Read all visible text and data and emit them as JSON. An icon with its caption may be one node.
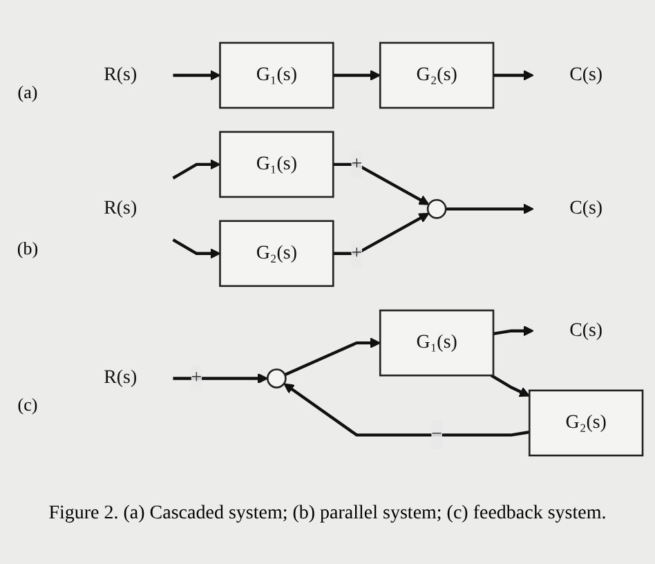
{
  "diagram": {
    "caption": "Figure 2. (a) Cascaded system; (b) parallel system; (c) feedback system.",
    "nodes": [
      {
        "text": [
          "R(s)"
        ]
      },
      {
        "text": [
          "G₁(s)"
        ]
      },
      {
        "text": [
          "G₂(s)"
        ]
      },
      {
        "text": [
          "C(s)"
        ]
      },
      {
        "text": [
          "R(s)"
        ]
      },
      {
        "text": [
          "G₁(s)"
        ]
      },
      {
        "text": [
          "G₂(s)"
        ]
      },
      {
        "text": [],
        "shape": "circle"
      },
      {
        "text": [
          "C(s)"
        ]
      },
      {
        "text": [
          "R(s)"
        ]
      },
      {
        "text": [],
        "shape": "circle"
      },
      {
        "text": [
          "G₁(s)"
        ]
      },
      {
        "text": [
          "C(s)"
        ]
      },
      {
        "text": [
          "G₂(s)"
        ]
      }
    ],
    "edges": [
      {
        "from": 0,
        "to": 1,
        "arrow": "to"
      },
      {
        "from": 1,
        "to": 2,
        "arrow": "to"
      },
      {
        "from": 2,
        "to": 3,
        "arrow": "to"
      },
      {
        "from": 4,
        "to": 5,
        "arrow": "to"
      },
      {
        "from": 4,
        "to": 6,
        "arrow": "to"
      },
      {
        "from": 5,
        "to": 7,
        "arrow": "to",
        "label": "+"
      },
      {
        "from": 6,
        "to": 7,
        "arrow": "to",
        "label": "+"
      },
      {
        "from": 7,
        "to": 8,
        "arrow": "to"
      },
      {
        "from": 9,
        "to": 10,
        "arrow": "to",
        "label": "+"
      },
      {
        "from": 10,
        "to": 11,
        "arrow": "to"
      },
      {
        "from": 11,
        "to": 12,
        "arrow": "to"
      },
      {
        "from": 11,
        "to": 13,
        "arrow": "to"
      },
      {
        "from": 13,
        "to": 10,
        "arrow": "to",
        "label": "−"
      }
    ],
    "labels": [
      "(a)",
      "(b)",
      "(c)"
    ]
  }
}
